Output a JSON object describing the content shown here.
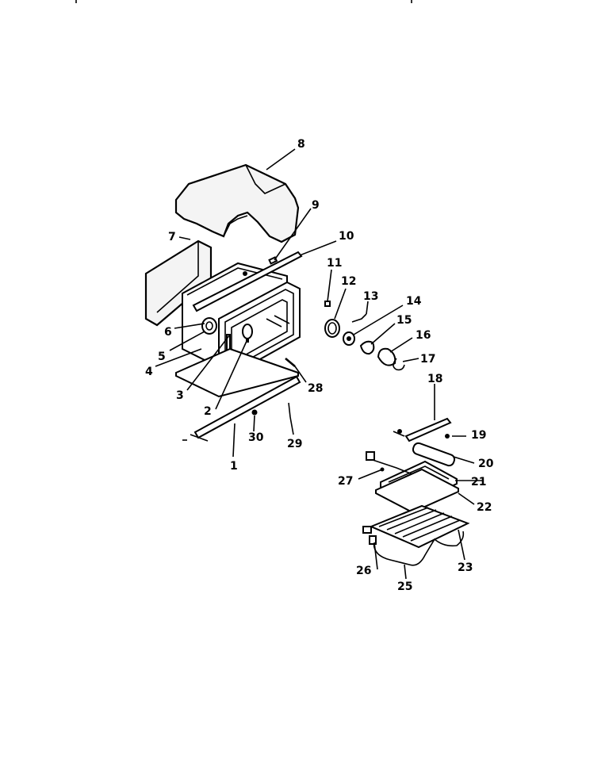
{
  "diagram": {
    "labels": [
      "1",
      "2",
      "3",
      "4",
      "5",
      "6",
      "7",
      "8",
      "9",
      "10",
      "11",
      "12",
      "13",
      "14",
      "15",
      "16",
      "17",
      "18",
      "19",
      "20",
      "21",
      "22",
      "23",
      "25",
      "26",
      "27",
      "28",
      "29",
      "30"
    ]
  }
}
